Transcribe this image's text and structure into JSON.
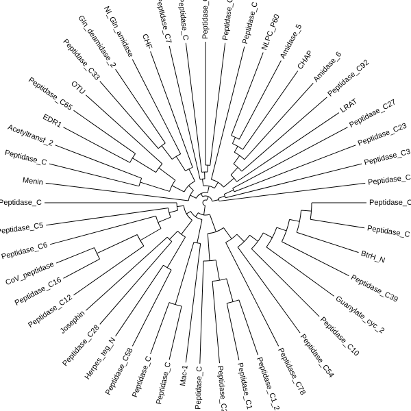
{
  "tree": {
    "type": "circular-cladogram",
    "leaves": [
      "Peptidase_C",
      "Peptidase_C",
      "BtrH_N",
      "Peptidase_C39",
      "Guanylate_cyc_2",
      "Peptidase_C10",
      "Peptidase_C54",
      "Peptidase_C78",
      "Peptidase_C1_2",
      "Peptidase_C1",
      "Peptidase_C2",
      "Peptidase_C",
      "Mac-1",
      "Peptidase_C",
      "Peptidase_C",
      "Peptidase_C58",
      "Herpes_teg_N",
      "Peptidase_C28",
      "Josephin",
      "Peptidase_C12",
      "Peptidase_C16",
      "CoV_peptidase",
      "Peptidase_C6",
      "Peptidase_C5",
      "Peptidase_C",
      "Menin",
      "Peptidase_C",
      "Acetyltransf_2",
      "EDR1",
      "Peptidase_C65",
      "OTU",
      "Peptidase_C33",
      "Gln_deamidase_2",
      "NI_Gln_amidase",
      "CHF",
      "Peptidase_C7",
      "Peptidase_C",
      "Peptidase_C",
      "Peptidase_C",
      "Peptidase_C",
      "NLPC_P60",
      "Amidase_5",
      "CHAP",
      "Amidase_6",
      "Peptidase_C92",
      "LRAT",
      "Peptidase_C27",
      "Peptidase_C23",
      "Peptidase_C3",
      "Peptidase_C"
    ],
    "leaf_angles_deg": [
      0,
      9,
      18,
      27,
      36,
      45,
      54,
      63,
      71,
      78,
      85,
      92,
      97,
      103,
      110,
      117,
      124,
      131,
      138,
      145,
      152,
      158,
      165,
      172,
      180,
      187,
      194,
      201,
      208,
      215,
      222,
      229,
      236,
      243,
      250,
      257,
      263,
      270,
      277,
      284,
      291,
      298,
      305,
      312,
      319,
      326,
      332,
      339,
      346,
      353
    ],
    "leaf_radii": [
      235,
      235,
      235,
      235,
      232,
      235,
      235,
      235,
      235,
      235,
      235,
      235,
      235,
      235,
      235,
      235,
      235,
      235,
      235,
      235,
      235,
      235,
      235,
      235,
      235,
      235,
      235,
      235,
      235,
      235,
      235,
      235,
      235,
      235,
      235,
      235,
      235,
      235,
      235,
      235,
      235,
      235,
      235,
      235,
      235,
      235,
      235,
      235,
      235,
      235
    ],
    "nodes": [
      {
        "id": "n0",
        "c": [
          0,
          1
        ],
        "r": 155
      },
      {
        "id": "n1",
        "c": [
          "n0",
          2
        ],
        "r": 140
      },
      {
        "id": "n2",
        "c": [
          "n1",
          3
        ],
        "r": 125
      },
      {
        "id": "n3",
        "c": [
          "n2",
          4
        ],
        "r": 110
      },
      {
        "id": "n4",
        "c": [
          "n3",
          5
        ],
        "r": 95
      },
      {
        "id": "n5",
        "c": [
          "n4",
          6
        ],
        "r": 80
      },
      {
        "id": "n6",
        "c": [
          "n5",
          7
        ],
        "r": 65
      },
      {
        "id": "n7",
        "c": [
          8,
          9
        ],
        "r": 150
      },
      {
        "id": "n8",
        "c": [
          "n7",
          10
        ],
        "r": 115
      },
      {
        "id": "n9",
        "c": [
          "n8",
          11
        ],
        "r": 85
      },
      {
        "id": "n10",
        "c": [
          "n6",
          "n9"
        ],
        "r": 45
      },
      {
        "id": "n11",
        "c": [
          13,
          14
        ],
        "r": 155
      },
      {
        "id": "n12",
        "c": [
          12,
          "n11"
        ],
        "r": 60
      },
      {
        "id": "n13",
        "c": [
          15,
          16
        ],
        "r": 110
      },
      {
        "id": "n14",
        "c": [
          17,
          18
        ],
        "r": 75
      },
      {
        "id": "n15",
        "c": [
          "n13",
          "n14"
        ],
        "r": 58
      },
      {
        "id": "n16",
        "c": [
          20,
          21
        ],
        "r": 175
      },
      {
        "id": "n17",
        "c": [
          19,
          "n16"
        ],
        "r": 110
      },
      {
        "id": "n18",
        "c": [
          "n17",
          22
        ],
        "r": 75
      },
      {
        "id": "n19",
        "c": [
          "n18",
          23
        ],
        "r": 55
      },
      {
        "id": "n20",
        "c": [
          "n19",
          24
        ],
        "r": 42
      },
      {
        "id": "n21",
        "c": [
          "n15",
          "n20"
        ],
        "r": 32
      },
      {
        "id": "n22",
        "c": [
          "n12",
          "n21"
        ],
        "r": 25
      },
      {
        "id": "n23",
        "c": [
          "n10",
          "n22"
        ],
        "r": 18
      },
      {
        "id": "n24",
        "c": [
          26,
          27
        ],
        "r": 100
      },
      {
        "id": "n25",
        "c": [
          28,
          29
        ],
        "r": 125
      },
      {
        "id": "n26",
        "c": [
          "n25",
          30
        ],
        "r": 85
      },
      {
        "id": "n27",
        "c": [
          "n24",
          "n26"
        ],
        "r": 55
      },
      {
        "id": "n28",
        "c": [
          31,
          32
        ],
        "r": 105
      },
      {
        "id": "n29",
        "c": [
          "n28",
          33
        ],
        "r": 80
      },
      {
        "id": "n30",
        "c": [
          "n29",
          34
        ],
        "r": 55
      },
      {
        "id": "n31",
        "c": [
          "n27",
          "n30"
        ],
        "r": 35
      },
      {
        "id": "n32",
        "c": [
          25,
          "n31"
        ],
        "r": 25
      },
      {
        "id": "n33",
        "c": [
          37,
          38
        ],
        "r": 55
      },
      {
        "id": "n34",
        "c": [
          36,
          "n33"
        ],
        "r": 45
      },
      {
        "id": "n35",
        "c": [
          35,
          "n34"
        ],
        "r": 35
      },
      {
        "id": "n36",
        "c": [
          40,
          41
        ],
        "r": 105
      },
      {
        "id": "n37",
        "c": [
          "n36",
          42
        ],
        "r": 95
      },
      {
        "id": "n38",
        "c": [
          "n37",
          43
        ],
        "r": 85
      },
      {
        "id": "n39",
        "c": [
          "n38",
          44
        ],
        "r": 70
      },
      {
        "id": "n40",
        "c": [
          "n39",
          45
        ],
        "r": 55
      },
      {
        "id": "n41",
        "c": [
          39,
          "n40"
        ],
        "r": 35
      },
      {
        "id": "n42",
        "c": [
          "n35",
          "n41"
        ],
        "r": 25
      },
      {
        "id": "n43",
        "c": [
          "n32",
          "n42"
        ],
        "r": 15
      },
      {
        "id": "n44",
        "c": [
          46,
          47
        ],
        "r": 45
      },
      {
        "id": "n45",
        "c": [
          "n44",
          48
        ],
        "r": 30
      },
      {
        "id": "n46",
        "c": [
          "n45",
          49
        ],
        "r": 20
      },
      {
        "id": "n47",
        "c": [
          "n43",
          "n46"
        ],
        "r": 10
      },
      {
        "id": "root",
        "c": [
          "n23",
          "n47"
        ],
        "r": 4
      }
    ]
  }
}
